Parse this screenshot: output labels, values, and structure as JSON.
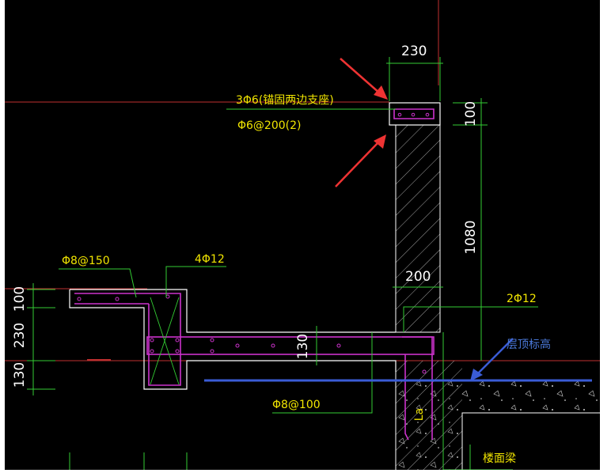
{
  "colors": {
    "background": "#000000",
    "outline": "#ffffff",
    "rebar": "#cc33cc",
    "dimension": "#33cc33",
    "leader": "#33cc33",
    "axis": "#c03030",
    "annotation_text": "#f2e600",
    "dimension_text": "#ffffff",
    "arrow_red": "#ee3333",
    "floor_line": "#3a5cd6",
    "note_blue": "#4a78d8"
  },
  "dimensions": {
    "parapet_width": "230",
    "cap_height": "100",
    "parapet_height": "1080",
    "wall_width": "200",
    "left_top": "100",
    "left_mid": "230",
    "left_bottom": "130",
    "slab_thickness": "130",
    "anchor": "La"
  },
  "annotations": {
    "cap_bars": "3Φ6(锚固两边支座)",
    "cap_stirrup": "Φ6@200(2)",
    "left_stirrup": "Φ8@150",
    "beam_bars": "4Φ12",
    "wall_bars": "2Φ12",
    "slab_bars": "Φ8@100",
    "roof_elevation": "层顶标高",
    "floor_beam": "楼面梁"
  }
}
